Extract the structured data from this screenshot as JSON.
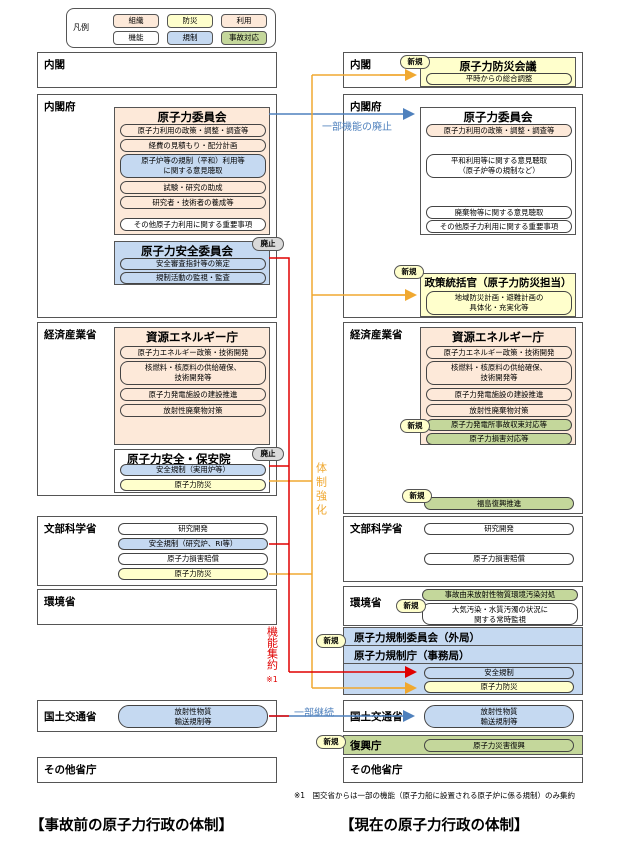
{
  "legend": {
    "label": "凡例",
    "items": [
      {
        "text": "組織",
        "color": "#fde9d9"
      },
      {
        "text": "防災",
        "color": "#ffffcc"
      },
      {
        "text": "利用",
        "color": "#fde9d9"
      },
      {
        "text": "機能",
        "color": "#ffffff"
      },
      {
        "text": "規制",
        "color": "#c5d9f1"
      },
      {
        "text": "事故対応",
        "color": "#c4d79b"
      }
    ]
  },
  "badges": {
    "new": "新規",
    "abolish": "廃止"
  },
  "left": {
    "cabinet": {
      "label": "内閣"
    },
    "cabinet_office": {
      "label": "内閣府",
      "aec": {
        "title": "原子力委員会",
        "items": [
          "原子力利用の政策・調整・調査等",
          "経費の見積もり・配分計画",
          "原子炉等の規制（平和）利用等\nに関する意見聴取",
          "試験・研究の助成",
          "研究者・技術者の養成等",
          "その他原子力利用に関する重要事項"
        ]
      },
      "nsc": {
        "title": "原子力安全委員会",
        "items": [
          "安全審査指針等の策定",
          "規制活動の監視・監査"
        ]
      }
    },
    "meti": {
      "label": "経済産業省",
      "anre": {
        "title": "資源エネルギー庁",
        "items": [
          "原子力エネルギー政策・技術開発",
          "核燃料・核原料の供給確保、\n技術開発等",
          "原子力発電施設の建設推進",
          "放射性廃棄物対策"
        ]
      },
      "nisa": {
        "title": "原子力安全・保安院",
        "items": [
          "安全規制（実用炉等）",
          "原子力防災"
        ]
      }
    },
    "mext": {
      "label": "文部科学省",
      "items": [
        "研究開発",
        "安全規制（研究炉、RI等）",
        "原子力損害賠償",
        "原子力防災"
      ]
    },
    "moe": {
      "label": "環境省"
    },
    "mlit": {
      "label": "国土交通省",
      "item": "放射性物質\n輸送規制等"
    },
    "others": {
      "label": "その他省庁"
    }
  },
  "right": {
    "cabinet": {
      "label": "内閣",
      "council": {
        "title": "原子力防災会議",
        "item": "平時からの総合調整"
      }
    },
    "cabinet_office": {
      "label": "内閣府",
      "aec": {
        "title": "原子力委員会",
        "items": [
          "原子力利用の政策・調整・調査等",
          "平和利用等に関する意見聴取\n（原子炉等の規制など）",
          "廃棄物等に関する意見聴取",
          "その他原子力利用に関する重要事項"
        ]
      },
      "disaster": {
        "title": "政策統括官（原子力防災担当）",
        "item": "地域防災計画・避難計画の\n具体化・充実化等"
      }
    },
    "meti": {
      "label": "経済産業省",
      "anre": {
        "title": "資源エネルギー庁",
        "items": [
          "原子力エネルギー政策・技術開発",
          "核燃料・核原料の供給確保、\n技術開発等",
          "原子力発電施設の建設推進",
          "放射性廃棄物対策",
          "原子力発電所事故収束対応等",
          "原子力損害対応等"
        ]
      },
      "fukushima": "福島復興推進"
    },
    "mext": {
      "label": "文部科学省",
      "items": [
        "研究開発",
        "原子力損害賠償"
      ]
    },
    "moe": {
      "label": "環境省",
      "items": [
        "事故由来放射性物質環境汚染対処",
        "大気汚染・水質汚濁の状況に\n関する常時監視"
      ]
    },
    "nra": {
      "title1": "原子力規制委員会（外局）",
      "title2": "原子力規制庁（事務局）",
      "items": [
        "安全規制",
        "原子力防災"
      ]
    },
    "mlit": {
      "label": "国土交通省",
      "item": "放射性物質\n輸送規制等"
    },
    "reconstruction": {
      "label": "復興庁",
      "item": "原子力災害復興"
    },
    "others": {
      "label": "その他省庁"
    }
  },
  "arrows": {
    "partial_abolish": "一部機能の廃止",
    "system_strengthen": "体制強化",
    "function_consolidate": "機能集約",
    "function_note_mark": "※1",
    "partial_continue": "一部継続",
    "colors": {
      "blue": "#4f81bd",
      "orange": "#f0a830",
      "red": "#e00000"
    }
  },
  "footnote": "※1　国交省からは一部の機能（原子力船に設置される原子炉に係る規制）のみ集約",
  "captions": {
    "left": "【事故前の原子力行政の体制】",
    "right": "【現在の原子力行政の体制】"
  }
}
